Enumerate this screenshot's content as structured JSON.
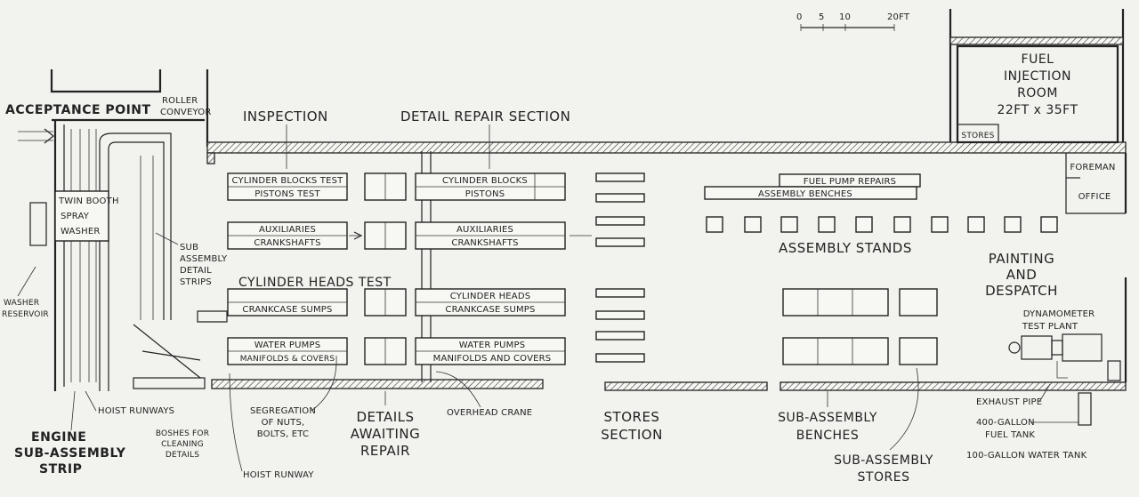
{
  "scale": {
    "ticks": [
      "0",
      "5",
      "10",
      "20FT"
    ]
  },
  "rooms": {
    "fuel_injection": [
      "FUEL",
      "INJECTION",
      "ROOM",
      "22FT x 35FT"
    ],
    "stores_small": "STORES",
    "foreman_office": [
      "FOREMAN",
      "OFFICE"
    ]
  },
  "labels": {
    "acceptance_point": "ACCEPTANCE POINT",
    "roller_conveyor": [
      "ROLLER",
      "CONVEYOR"
    ],
    "inspection": "INSPECTION",
    "detail_repair_section": "DETAIL REPAIR SECTION",
    "twin_booth": [
      "TWIN BOOTH",
      "SPRAY",
      "WASHER"
    ],
    "washer_reservoir": [
      "WASHER",
      "RESERVOIR"
    ],
    "sub_assembly_detail_strips": [
      "SUB",
      "ASSEMBLY",
      "DETAIL",
      "STRIPS"
    ],
    "cylinder_heads_test": "CYLINDER HEADS TEST",
    "assembly_stands": "ASSEMBLY STANDS",
    "painting_despatch": [
      "PAINTING",
      "AND",
      "DESPATCH"
    ],
    "dynamometer": [
      "DYNAMOMETER",
      "TEST PLANT"
    ],
    "hoist_runways": "HOIST RUNWAYS",
    "engine_strip": [
      "ENGINE",
      "SUB-ASSEMBLY",
      "STRIP"
    ],
    "boshes": [
      "BOSHES FOR",
      "CLEANING",
      "DETAILS"
    ],
    "hoist_runway": "HOIST RUNWAY",
    "segregation": [
      "SEGREGATION",
      "OF NUTS,",
      "BOLTS, ETC"
    ],
    "details_awaiting": [
      "DETAILS",
      "AWAITING",
      "REPAIR"
    ],
    "overhead_crane": "OVERHEAD CRANE",
    "stores_section": [
      "STORES",
      "SECTION"
    ],
    "sub_assembly_benches": [
      "SUB-ASSEMBLY",
      "BENCHES"
    ],
    "sub_assembly_stores": [
      "SUB-ASSEMBLY",
      "STORES"
    ],
    "exhaust_pipe": "EXHAUST PIPE",
    "fuel_tank": [
      "400-GALLON",
      "FUEL TANK"
    ],
    "water_tank": "100-GALLON WATER TANK"
  },
  "inspection_benches": [
    [
      "CYLINDER BLOCKS TEST",
      "PISTONS TEST"
    ],
    [
      "AUXILIARIES",
      "CRANKSHAFTS"
    ],
    [
      "",
      "CRANKCASE SUMPS"
    ],
    [
      "WATER PUMPS",
      "MANIFOLDS & COVERS"
    ]
  ],
  "repair_benches": [
    [
      "CYLINDER BLOCKS",
      "PISTONS"
    ],
    [
      "AUXILIARIES",
      "CRANKSHAFTS"
    ],
    [
      "CYLINDER HEADS",
      "CRANKCASE SUMPS"
    ],
    [
      "WATER PUMPS",
      "MANIFOLDS AND COVERS"
    ]
  ],
  "fuel_bench": [
    "FUEL PUMP REPAIRS",
    "ASSEMBLY BENCHES"
  ]
}
